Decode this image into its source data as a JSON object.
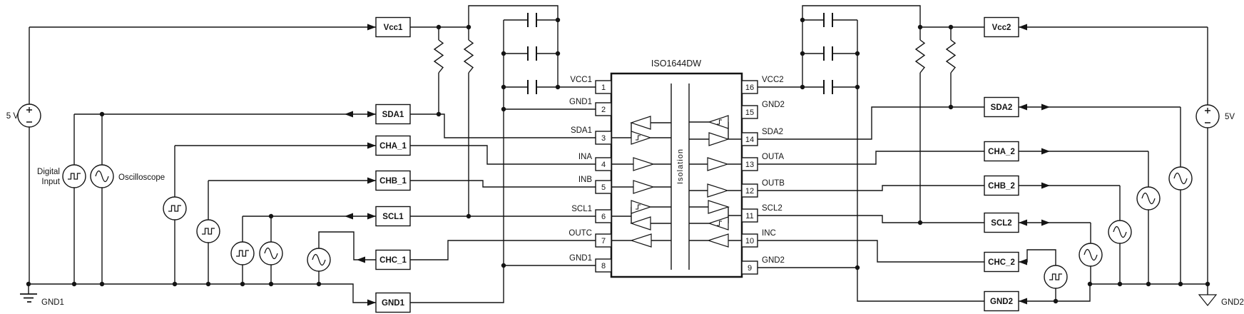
{
  "ic": {
    "name": "ISO1644DW",
    "isolation_label": "Isolation",
    "left_pins": [
      {
        "num": "1",
        "label": "VCC1"
      },
      {
        "num": "2",
        "label": "GND1"
      },
      {
        "num": "3",
        "label": "SDA1"
      },
      {
        "num": "4",
        "label": "INA"
      },
      {
        "num": "5",
        "label": "INB"
      },
      {
        "num": "6",
        "label": "SCL1"
      },
      {
        "num": "7",
        "label": "OUTC"
      },
      {
        "num": "8",
        "label": "GND1"
      }
    ],
    "right_pins": [
      {
        "num": "16",
        "label": "VCC2"
      },
      {
        "num": "15",
        "label": "GND2"
      },
      {
        "num": "14",
        "label": "SDA2"
      },
      {
        "num": "13",
        "label": "OUTA"
      },
      {
        "num": "12",
        "label": "OUTB"
      },
      {
        "num": "11",
        "label": "SCL2"
      },
      {
        "num": "10",
        "label": "INC"
      },
      {
        "num": "9",
        "label": "GND2"
      }
    ]
  },
  "left_side": {
    "supply_label": "5 V",
    "source_label_line1": "Digital",
    "source_label_line2": "Input",
    "oscilloscope_label": "Oscilloscope",
    "ground_label": "GND1",
    "testpoints": [
      "Vcc1",
      "SDA1",
      "CHA_1",
      "CHB_1",
      "SCL1",
      "CHC_1",
      "GND1"
    ]
  },
  "right_side": {
    "supply_label": "5V",
    "ground_label": "GND2",
    "testpoints": [
      "Vcc2",
      "SDA2",
      "CHA_2",
      "CHB_2",
      "SCL2",
      "CHC_2",
      "GND2"
    ]
  },
  "colors": {
    "wire": "#141414",
    "background": "#ffffff"
  }
}
